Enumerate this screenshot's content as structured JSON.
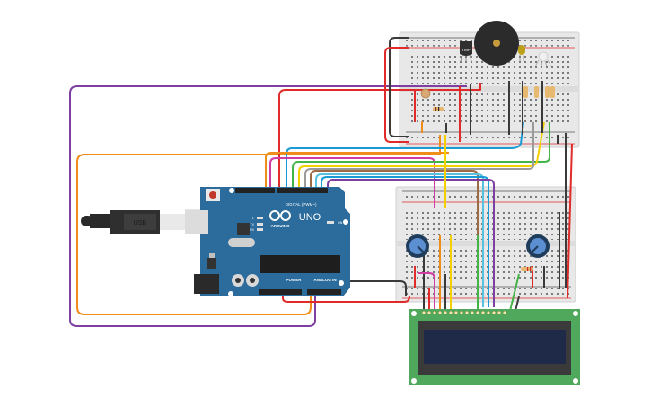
{
  "canvas": {
    "background": "#ffffff"
  },
  "arduino": {
    "brand": "ARDUINO",
    "model": "UNO",
    "digital_header": "DIGITAL (PWM~)",
    "power_header": "POWER",
    "analog_header": "ANALOG IN",
    "on_label": "ON",
    "l_label": "L",
    "tx_label": "TX",
    "rx_label": "RX",
    "board_color": "#2b6c9c"
  },
  "usb_cable": {
    "symbol": "USB"
  },
  "breadboard_top": {
    "components": [
      "TMP sensor",
      "piezo buzzer",
      "LED",
      "RGB LED",
      "photoresistor",
      "resistors"
    ],
    "tmp_label": "TMP"
  },
  "breadboard_bottom": {
    "components": [
      "potentiometer",
      "potentiometer",
      "resistor"
    ]
  },
  "lcd": {
    "type": "16x2 LCD",
    "pin_count": 16,
    "screen_color": "#1e2a47",
    "board_color": "#4fa85b"
  },
  "wire_colors": {
    "red": "#e02b2b",
    "black": "#3a3a3a",
    "orange": "#f08c1a",
    "purple": "#7d3fa0",
    "blue": "#1a9bd6",
    "lightblue": "#57c2df",
    "green": "#43b547",
    "yellow": "#f4d000",
    "magenta": "#d13ca3",
    "brown": "#9c6b45",
    "gray": "#9a9a9a"
  }
}
